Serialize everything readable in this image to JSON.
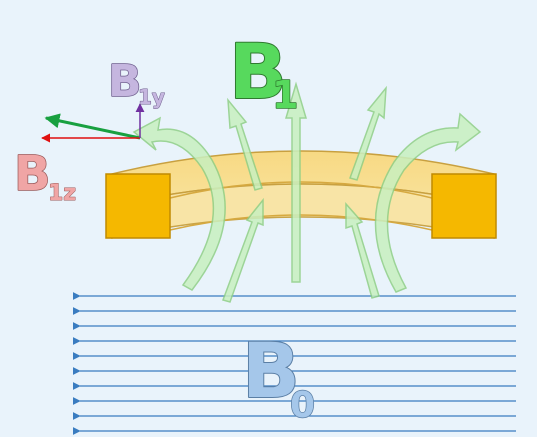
{
  "diagram": {
    "labels": {
      "b1_main": "B",
      "b1_sub": "1",
      "b1y_main": "B",
      "b1y_sub": "1y",
      "b1z_main": "B",
      "b1z_sub": "1z",
      "b0_main": "B",
      "b0_sub": "0"
    },
    "colors": {
      "background": "#e9f3fb",
      "b1_field": "#c8f0c0",
      "b1_label": "#57d95d",
      "b1y_label": "#c5b6df",
      "b1z_label": "#f0a5a5",
      "b0_label": "#a5c7ea",
      "b0_field_lines": "#3a7cc0",
      "coil_ring": "#f9dd86",
      "coil_end": "#f5b800",
      "vector_b1": "#18a040",
      "vector_b1z": "#e01010",
      "vector_b1y": "#7030a0"
    }
  }
}
